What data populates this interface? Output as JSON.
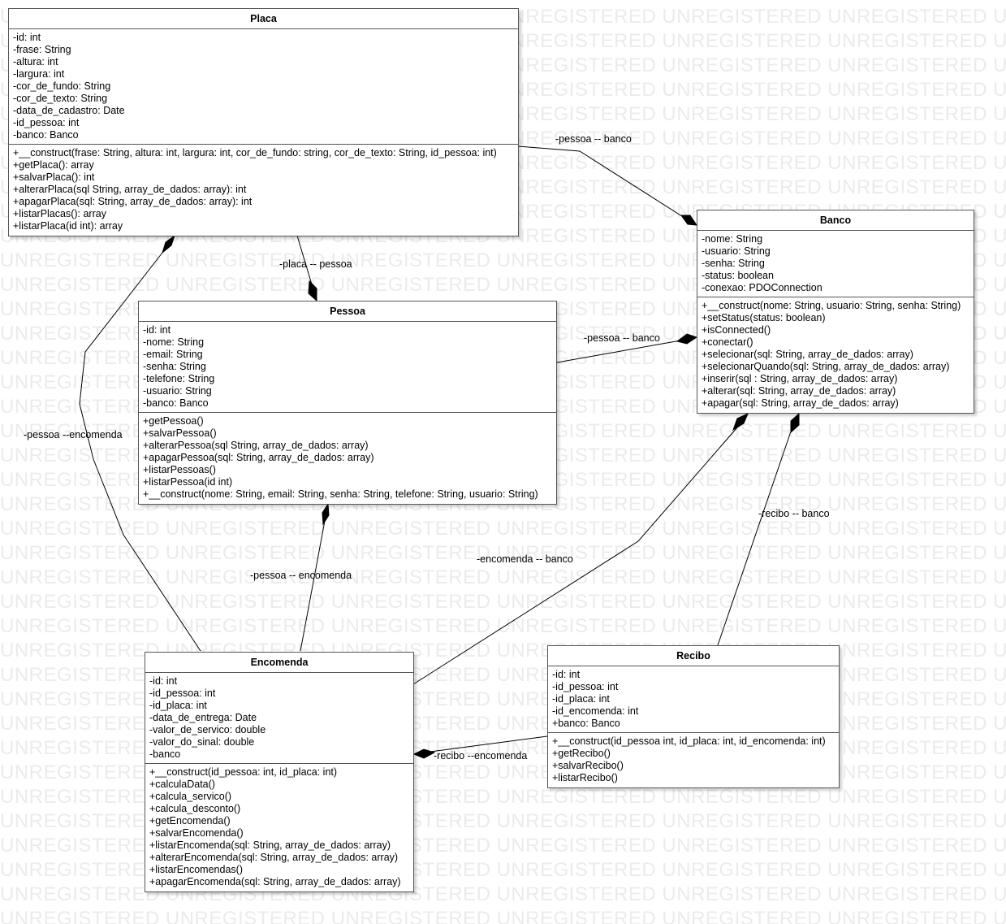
{
  "watermark": "UNREGISTERED",
  "classes": [
    {
      "name": "Placa",
      "attributes": [
        "-id: int",
        "-frase: String",
        "-altura: int",
        "-largura: int",
        "-cor_de_fundo: String",
        "-cor_de_texto: String",
        "-data_de_cadastro: Date",
        "-id_pessoa: int",
        "-banco: Banco"
      ],
      "methods": [
        "+__construct(frase: String, altura: int, largura: int, cor_de_fundo: string, cor_de_texto: String, id_pessoa: int)",
        "+getPlaca(): array",
        "+salvarPlaca(): int",
        "+alterarPlaca(sql String, array_de_dados: array): int",
        "+apagarPlaca(sql: String, array_de_dados: array): int",
        "+listarPlacas(): array",
        "+listarPlaca(id int): array"
      ]
    },
    {
      "name": "Banco",
      "attributes": [
        "-nome: String",
        "-usuario: String",
        "-senha: String",
        "-status: boolean",
        "-conexao: PDOConnection"
      ],
      "methods": [
        "+__construct(nome: String, usuario: String, senha: String)",
        "+setStatus(status: boolean)",
        "+isConnected()",
        "+conectar()",
        "+selecionar(sql: String, array_de_dados: array)",
        "+selecionarQuando(sql: String, array_de_dados: array)",
        "+inserir(sql : String, array_de_dados: array)",
        "+alterar(sql: String, array_de_dados: array)",
        "+apagar(sql: String, array_de_dados: array)"
      ]
    },
    {
      "name": "Pessoa",
      "attributes": [
        "-id: int",
        "-nome: String",
        "-email: String",
        "-senha: String",
        "-telefone: String",
        "-usuario: String",
        "-banco: Banco"
      ],
      "methods": [
        "+getPessoa()",
        "+salvarPessoa()",
        "+alterarPessoa(sql String, array_de_dados: array)",
        "+apagarPessoa(sql: String, array_de_dados: array)",
        "+listarPessoas()",
        "+listarPessoa(id int)",
        "+__construct(nome: String, email: String, senha: String, telefone: String, usuario: String)"
      ]
    },
    {
      "name": "Encomenda",
      "attributes": [
        "-id: int",
        "-id_pessoa: int",
        "-id_placa: int",
        "-data_de_entrega: Date",
        "-valor_de_servico: double",
        "-valor_do_sinal: double",
        "-banco"
      ],
      "methods": [
        "+__construct(id_pessoa: int, id_placa: int)",
        "+calculaData()",
        "+calcula_servico()",
        "+calcula_desconto()",
        "+getEncomenda()",
        "+salvarEncomenda()",
        "+listarEncomenda(sql: String, array_de_dados: array)",
        "+alterarEncomenda(sql: String, array_de_dados: array)",
        "+listarEncomendas()",
        "+apagarEncomenda(sql: String, array_de_dados: array)"
      ]
    },
    {
      "name": "Recibo",
      "attributes": [
        "-id: int",
        "-id_pessoa: int",
        "-id_placa: int",
        "-id_encomenda: int",
        "+banco: Banco"
      ],
      "methods": [
        "+__construct(id_pessoa int, id_placa: int, id_encomenda: int)",
        "+getRecibo()",
        "+salvarRecibo()",
        "+listarRecibo()"
      ]
    }
  ],
  "relationships": [
    {
      "label": "-pessoa -- banco",
      "from": "Placa",
      "to": "Banco",
      "type": "composition"
    },
    {
      "label": "-placa -- pessoa",
      "from": "Placa",
      "to": "Pessoa",
      "type": "composition"
    },
    {
      "label": "-pessoa -- banco",
      "from": "Pessoa",
      "to": "Banco",
      "type": "composition"
    },
    {
      "label": "-pessoa --encomenda",
      "from": "Encomenda",
      "to": "Placa",
      "type": "composition"
    },
    {
      "label": "-pessoa -- encomenda",
      "from": "Encomenda",
      "to": "Pessoa",
      "type": "composition"
    },
    {
      "label": "-encomenda -- banco",
      "from": "Encomenda",
      "to": "Banco",
      "type": "composition"
    },
    {
      "label": "-recibo -- banco",
      "from": "Recibo",
      "to": "Banco",
      "type": "composition"
    },
    {
      "label": "-recibo --encomenda",
      "from": "Recibo",
      "to": "Encomenda",
      "type": "composition"
    }
  ]
}
